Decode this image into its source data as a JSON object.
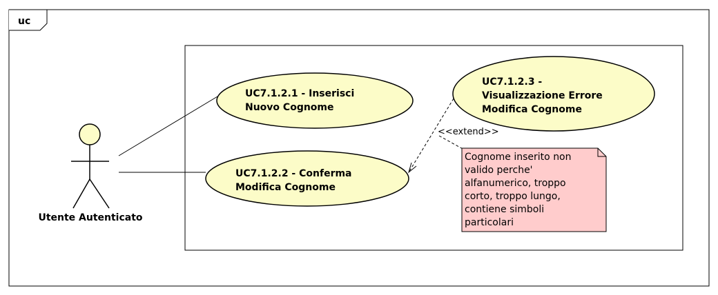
{
  "frame": {
    "label": "uc"
  },
  "actor": {
    "name": "Utente Autenticato"
  },
  "use_cases": [
    {
      "id": "uc1",
      "lines": [
        "UC7.1.2.1 - Inserisci",
        "Nuovo Cognome"
      ]
    },
    {
      "id": "uc2",
      "lines": [
        "UC7.1.2.2 - Conferma",
        "Modifica Cognome"
      ]
    },
    {
      "id": "uc3",
      "lines": [
        "UC7.1.2.3 -",
        "Visualizzazione Errore",
        "Modifica Cognome"
      ]
    }
  ],
  "extend_label": "<<extend>>",
  "note": {
    "lines": [
      "Cognome inserito non",
      "valido perche'",
      "alfanumerico, troppo",
      "corto, troppo lungo,",
      "contiene simboli",
      "particolari"
    ],
    "fill": "#ffcccc"
  },
  "colors": {
    "usecase_fill": "#fcfcc8",
    "actor_fill": "#fcfcc8",
    "stroke": "#000000"
  }
}
